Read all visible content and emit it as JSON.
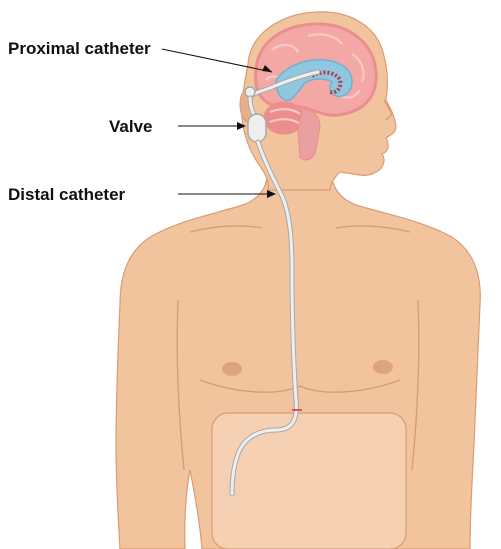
{
  "labels": {
    "proximal": "Proximal catheter",
    "valve": "Valve",
    "distal": "Distal catheter"
  },
  "colors": {
    "skin": "#f2c49e",
    "skin_shade": "#e7b088",
    "skin_line": "#d89c76",
    "nipple": "#dda57f",
    "brain": "#f4a8a6",
    "brain_cortex": "#ea8e8e",
    "brain_fold": "#f7c8c6",
    "ventricle": "#8ec7df",
    "ventricle_dark": "#6fb2d0",
    "choroid": "#b23a48",
    "brainstem": "#eaa0a0",
    "abdomen_cavity": "#f5d0b2",
    "tube": "#eeeeee",
    "tube_outline": "#a8a8a8",
    "entry_mark": "#d9534f",
    "leader_line": "#111111"
  }
}
